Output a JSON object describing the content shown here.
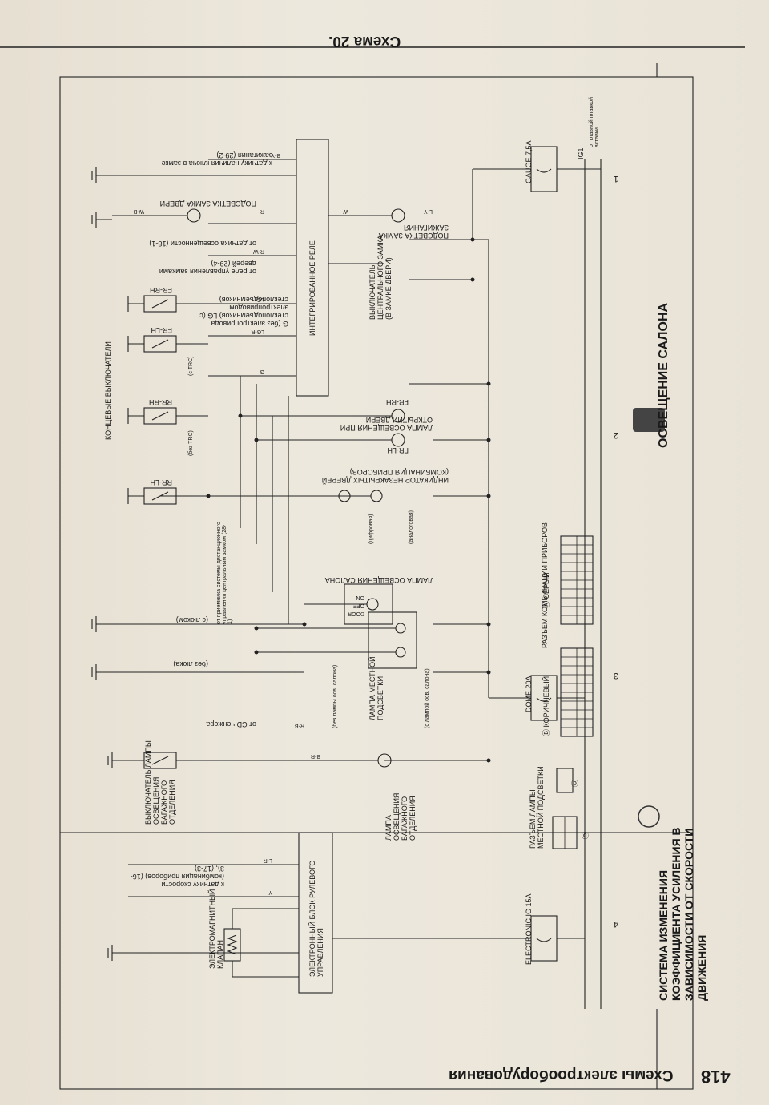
{
  "page": {
    "scheme_title": "Схема 20.",
    "page_number": "418",
    "footer": "Схемы электрооборудования"
  },
  "sections": {
    "interior": "ОСВЕЩЕНИЕ САЛОНА",
    "steering": "СИСТЕМА ИЗМЕНЕНИЯ КОЭФФИЦИЕНТА УСИЛЕНИЯ В ЗАВИСИМОСТИ ОТ СКОРОСТИ ДВИЖЕНИЯ"
  },
  "columns": [
    "1",
    "2",
    "3",
    "4"
  ],
  "fuses": {
    "gauge": "GAUGE 7,5A",
    "dome": "DOME 20A",
    "electronic": "ELECTRONIC IG 15A",
    "ig1": "IG1",
    "source": "от главной плавкой вставки"
  },
  "blocks": {
    "relay": "ИНТЕГРИРОВАННОЕ РЕЛЕ",
    "ecu": "ЭЛЕКТРОННЫЙ БЛОК РУЛЕВОГО УПРАВЛЕНИЯ",
    "valve": "ЭЛЕКТРОМАГНИТНЫЙ КЛАПАН"
  },
  "labels": {
    "key_sensor": "к датчику наличия ключа в замке зажигания (29-2)",
    "door_lock_light": "ПОДСВЕТКА ЗАМКА ДВЕРИ",
    "light_sensor": "от датчика освещенности (18-1)",
    "lock_relay": "от реле управления замками дверей (29-4)",
    "windows": "G (без электропривода стеклоподъемников) LG (с электроприводом стеклоподъемников)",
    "door_switches": "КОНЦЕВЫЕ ВЫКЛЮЧАТЕЛИ",
    "ign_light": "ПОДСВЕТКА ЗАМКА ЗАЖИГАНИЯ",
    "unlock_switch": "ВЫКЛЮЧАТЕЛЬ ЦЕНТРАЛЬНОГО ЗАМКА (В ЗАМКЕ ДВЕРИ)",
    "door_lamp": "ЛАМПА ОСВЕЩЕНИЯ ПРИ ОТКРЫТИИ ДВЕРИ",
    "ajar": "ИНДИКАТОР НЕЗАКРЫТЫХ ДВЕРЕЙ (КОМБИНАЦИЯ ПРИБОРОВ)",
    "analog": "(аналоговая)",
    "digital": "(цифровая)",
    "remote": "от приемника системы дистанционного управления центральным замком (28-1)",
    "with_trc": "(с TRC)",
    "without_trc": "(без TRC)",
    "room_lamp": "ЛАМПА ОСВЕЩЕНИЯ САЛОНА",
    "sunroof": "(с люком)",
    "no_sunroof": "(без люка)",
    "map_lamp": "ЛАМПА МЕСТНОЙ ПОДСВЕТКИ",
    "with_room": "(с лампой осв. салона)",
    "without_room": "(без лампы осв. салона)",
    "cd": "от CD ченжера",
    "trunk_lamp": "ЛАМПА ОСВЕЩЕНИЯ БАГАЖНОГО ОТДЕЛЕНИЯ",
    "trunk_switch": "ВЫКЛЮЧАТЕЛЬ ЛАМПЫ ОСВЕЩЕНИЯ БАГАЖНОГО ОТДЕЛЕНИЯ",
    "speed": "к датчику скорости (комбинация приборов) (16-3), (17-3)",
    "conn_a": "Ⓐ СЕРЫЙ",
    "conn_a2": "РАЗЪЕМ КОМБИНАЦИИ ПРИБОРОВ",
    "conn_b": "Ⓑ КОРИЧНЕВЫЙ",
    "conn_c": "Ⓒ",
    "conn_d": "Ⓓ",
    "conn_map": "РАЗЪЕМ ЛАМПЫ МЕСТНОЙ ПОДСВЕТКИ",
    "door_pos": "DOOR",
    "off_pos": "OFF",
    "on_pos": "ON"
  },
  "switches": [
    "FR-RH",
    "FR-LH",
    "RR-RH",
    "RR-LH"
  ],
  "lamps": [
    "FR-RH",
    "FR-LH"
  ],
  "wires": [
    "B-Y",
    "W-B",
    "R",
    "W",
    "L-Y",
    "R-W",
    "LG",
    "LG-R",
    "G",
    "B-R",
    "R-B",
    "L-R",
    "Y"
  ]
}
